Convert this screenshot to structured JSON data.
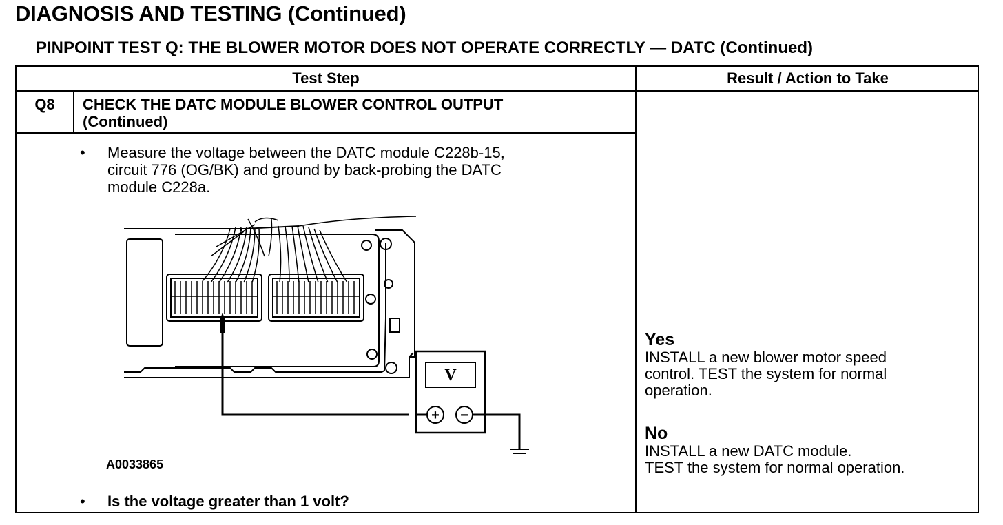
{
  "page": {
    "title": "DIAGNOSIS AND TESTING (Continued)",
    "subtitle": "PINPOINT TEST  Q: THE BLOWER MOTOR DOES NOT OPERATE CORRECTLY — DATC (Continued)"
  },
  "table": {
    "header_step": "Test Step",
    "header_result": "Result / Action to Take",
    "step_id": "Q8",
    "step_title_line1": "CHECK THE DATC MODULE BLOWER CONTROL OUTPUT",
    "step_title_line2": "(Continued)",
    "bullet": "•",
    "instruction_line1": "Measure the voltage between the DATC module C228b-15,",
    "instruction_line2": "circuit 776 (OG/BK) and ground by back-probing the DATC",
    "instruction_line3": "module C228a.",
    "figure_id": "A0033865",
    "meter_symbol": "V",
    "meter_plus": "+",
    "meter_minus": "−",
    "question": "Is the voltage greater than 1 volt?",
    "yes_label": "Yes",
    "yes_line1": "INSTALL a new blower motor speed",
    "yes_line2": "control. TEST the system for normal",
    "yes_line3": "operation.",
    "no_label": "No",
    "no_line1": "INSTALL a new DATC module.",
    "no_line2": "TEST the system for normal operation."
  },
  "icons": [
    "voltmeter-icon",
    "ground-symbol-icon",
    "probe-icon"
  ]
}
